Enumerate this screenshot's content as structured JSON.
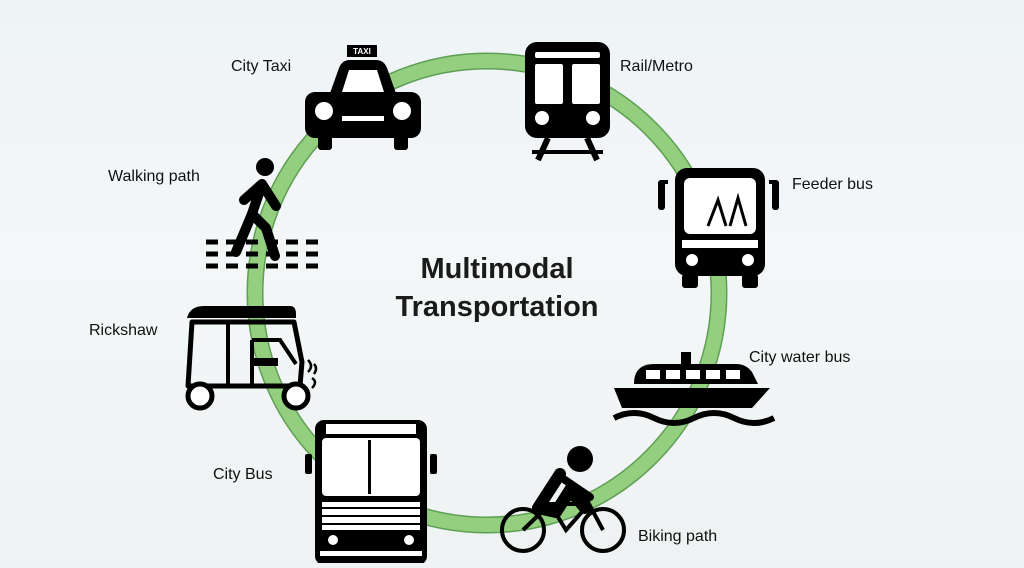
{
  "diagram": {
    "title_line1": "Multimodal",
    "title_line2": "Transportation",
    "ring_color": "#93cf7e",
    "ring_border_color": "#5f9f55",
    "icon_color": "#000000",
    "modes": [
      {
        "id": "city-taxi",
        "label": "City Taxi",
        "icon": "taxi-icon"
      },
      {
        "id": "rail-metro",
        "label": "Rail/Metro",
        "icon": "train-icon"
      },
      {
        "id": "feeder-bus",
        "label": "Feeder bus",
        "icon": "bus-front-icon"
      },
      {
        "id": "city-water-bus",
        "label": "City water bus",
        "icon": "boat-icon"
      },
      {
        "id": "biking-path",
        "label": "Biking path",
        "icon": "bicycle-icon"
      },
      {
        "id": "city-bus",
        "label": "City Bus",
        "icon": "city-bus-icon"
      },
      {
        "id": "rickshaw",
        "label": "Rickshaw",
        "icon": "rickshaw-icon"
      },
      {
        "id": "walking-path",
        "label": "Walking path",
        "icon": "pedestrian-icon"
      }
    ]
  }
}
